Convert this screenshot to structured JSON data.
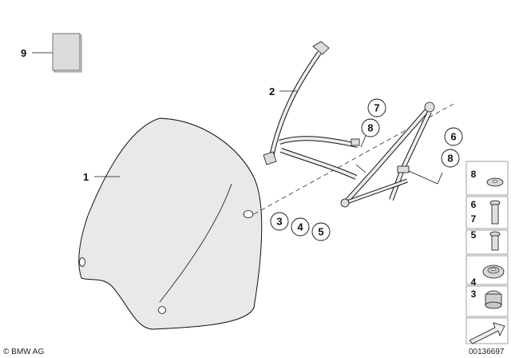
{
  "callouts": {
    "c1": "1",
    "c2": "2",
    "c3": "3",
    "c4": "4",
    "c5": "5",
    "c6": "6",
    "c7": "7",
    "c8a": "8",
    "c8b": "8",
    "c9": "9"
  },
  "side_panel": {
    "row1": "8",
    "row2a": "6",
    "row2b": "7",
    "row3": "5",
    "row4": "4",
    "row5": "3"
  },
  "footer": {
    "copyright": "© BMW AG",
    "diagram_number": "00136697"
  },
  "colors": {
    "line": "#111111",
    "shield_fill": "#e7e7e7",
    "part_fill": "#d8d8d8",
    "panel_border": "#888888"
  }
}
